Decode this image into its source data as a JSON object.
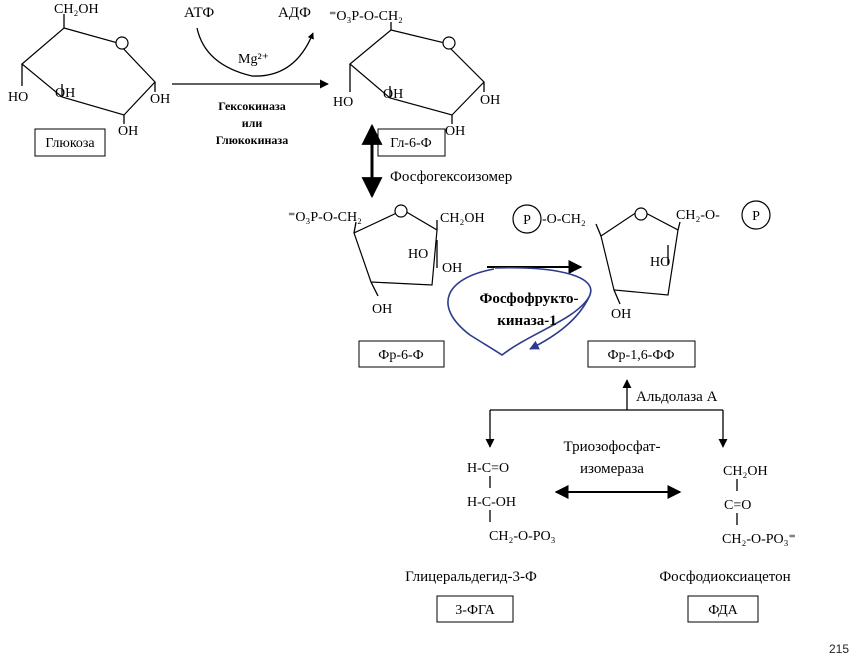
{
  "glucose": {
    "ch2oh": "CH₂OH",
    "ho": "HO",
    "oh1": "OH",
    "oh2": "OH",
    "oh3": "OH",
    "name": "Глюкоза"
  },
  "hexokinase_step": {
    "atp": "АТФ",
    "adp": "АДФ",
    "cofactor": "Mg²⁺",
    "enzyme_line1": "Гексокиназа",
    "enzyme_line2": "или",
    "enzyme_line3": "Глюкокиназа"
  },
  "g6p": {
    "phosphate_group": "⁼O₃P-O-CH₂",
    "ho": "HO",
    "oh1": "OH",
    "oh2": "OH",
    "oh3": "OH",
    "name": "Гл-6-Ф"
  },
  "isomerase": {
    "label": "Фосфогексоизомер"
  },
  "f6p": {
    "phosphate_group": "⁼O₃P-O-CH₂",
    "ch2oh": "CH₂OH",
    "ho": "HO",
    "oh1": "OH",
    "oh2": "OH",
    "name": "Фр-6-Ф"
  },
  "pfk": {
    "line1": "Фосфофрукто-",
    "line2": "киназа-1"
  },
  "f16bp": {
    "p_left": "P",
    "p_right": "P",
    "left_group": "-O-CH₂",
    "right_group": "CH₂-O-",
    "ho": "HO",
    "oh": "OH",
    "name": "Фр-1,6-ФФ"
  },
  "aldolase": {
    "label": "Альдолаза А"
  },
  "tpi": {
    "line1": "Триозофосфат-",
    "line2": "изомераза"
  },
  "g3p": {
    "line1": "H-C=O",
    "line2": "H-C-OH",
    "line3": "CH₂-O-PO₃",
    "full_name": "Глицеральдегид-3-Ф",
    "abbr": "3-ФГА"
  },
  "dhap": {
    "line1": "CH₂OH",
    "line2": "C=O",
    "line3": "CH₂-O-PO₃⁼",
    "full_name": "Фосфодиоксиацетон",
    "abbr": "ФДА"
  },
  "page_number": "215",
  "colors": {
    "pfk_loop": "#2b3a8c",
    "ink": "#000000"
  }
}
